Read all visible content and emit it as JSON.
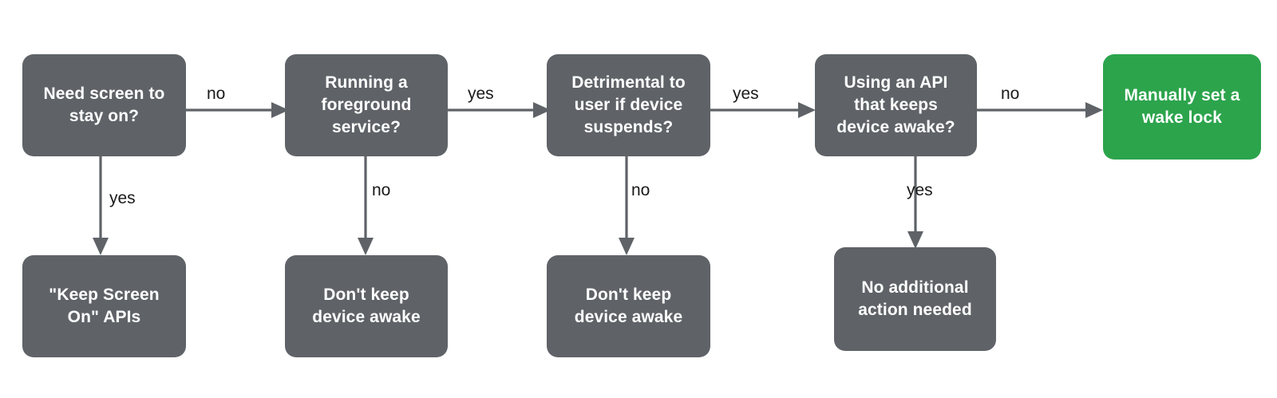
{
  "diagram": {
    "title": "Wake lock decision flowchart",
    "colors": {
      "node_gray": "#5f6368",
      "node_green": "#2ca44c",
      "node_text": "#ffffff",
      "edge_stroke": "#5f6368",
      "edge_label_text": "#1a1a1a",
      "background": "#ffffff"
    },
    "nodes": {
      "q1": {
        "label": "Need screen to\nstay on?",
        "type": "decision"
      },
      "q2": {
        "label": "Running a\nforeground\nservice?",
        "type": "decision"
      },
      "q3": {
        "label": "Detrimental to\nuser if device\nsuspends?",
        "type": "decision"
      },
      "q4": {
        "label": "Using an API\nthat keeps\ndevice awake?",
        "type": "decision"
      },
      "r1": {
        "label": "\"Keep Screen\nOn\" APIs",
        "type": "terminal-gray"
      },
      "r2": {
        "label": "Don't keep\ndevice awake",
        "type": "terminal-gray"
      },
      "r3": {
        "label": "Don't keep\ndevice awake",
        "type": "terminal-gray"
      },
      "r4": {
        "label": "No additional\naction needed",
        "type": "terminal-gray"
      },
      "r5": {
        "label": "Manually set a\nwake lock",
        "type": "terminal-green"
      }
    },
    "edges": [
      {
        "id": "e1",
        "from": "q1",
        "to": "q2",
        "label": "no",
        "direction": "right"
      },
      {
        "id": "e2",
        "from": "q1",
        "to": "r1",
        "label": "yes",
        "direction": "down"
      },
      {
        "id": "e3",
        "from": "q2",
        "to": "q3",
        "label": "yes",
        "direction": "right"
      },
      {
        "id": "e4",
        "from": "q2",
        "to": "r2",
        "label": "no",
        "direction": "down"
      },
      {
        "id": "e5",
        "from": "q3",
        "to": "q4",
        "label": "yes",
        "direction": "right"
      },
      {
        "id": "e6",
        "from": "q3",
        "to": "r3",
        "label": "no",
        "direction": "down"
      },
      {
        "id": "e7",
        "from": "q4",
        "to": "r5",
        "label": "no",
        "direction": "right"
      },
      {
        "id": "e8",
        "from": "q4",
        "to": "r4",
        "label": "yes",
        "direction": "down"
      }
    ]
  }
}
